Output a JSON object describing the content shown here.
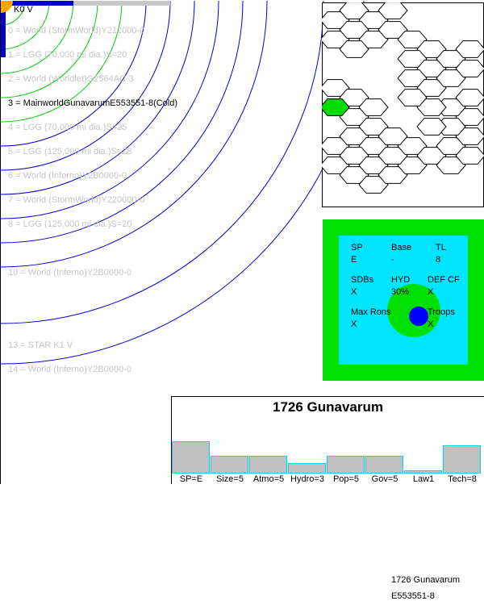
{
  "star": {
    "label": "K0 V",
    "corner_color": "#ffa500"
  },
  "orbits": [
    {
      "label": "0 = World  (StormWorld)Y212000-0",
      "main": false
    },
    {
      "label": "1 = LGG (70,000 mi dia.)S=20",
      "main": false
    },
    {
      "label": "2 = World  (Worldlet)G2564AC-3",
      "main": false
    },
    {
      "label": "3 = MainworldGunavarumE553551-8(Cold)",
      "main": true
    },
    {
      "label": "4 = LGG (70,000 mi dia.)S=25",
      "main": false
    },
    {
      "label": "5 = LGG (125,000 mi dia.)S=28",
      "main": false
    },
    {
      "label": "6 = World  (Inferno)Y2B0000-0",
      "main": false
    },
    {
      "label": "7 = World  (StormWorld)Y220000-0",
      "main": false
    },
    {
      "label": "8 = LGG (125,000 mi dia.)S=20",
      "main": false
    },
    {
      "label": "10 = World  (Inferno)Y2B0000-0",
      "main": false
    },
    {
      "label": "13 = STAR K1 V",
      "main": false
    },
    {
      "label": "14 = World  (Inferno)Y2B0000-0",
      "main": false
    }
  ],
  "uwp": {
    "sp_label": "SP",
    "sp_value": "E",
    "base_label": "Base",
    "base_value": "-",
    "tl_label": "TL",
    "tl_value": "8",
    "sdbs_label": "SDBs",
    "sdbs_value": "X",
    "hyd_label": "HYD",
    "hyd_value": "30%",
    "def_label": "DEF CF",
    "def_value": "X",
    "maxrons_label": "Max Rons",
    "maxrons_value": "X",
    "troops_label": "Troops",
    "troops_value": "X",
    "world_name": "1726 Gunavarum",
    "world_uwp": "E553551-8"
  },
  "stats_panel": {
    "title": "1726 Gunavarum",
    "bars": [
      {
        "label": "SP=E",
        "value": 14
      },
      {
        "label": "Size=5",
        "value": 5
      },
      {
        "label": "Atmo=5",
        "value": 5
      },
      {
        "label": "Hydro=3",
        "value": 3
      },
      {
        "label": "Pop=5",
        "value": 5
      },
      {
        "label": "Gov=5",
        "value": 5
      },
      {
        "label": "Law1",
        "value": 1
      },
      {
        "label": "Tech=8",
        "value": 8
      }
    ],
    "max_value": 8
  },
  "colors": {
    "orbit": "#0000cc",
    "inner_orbit": "#00cc00",
    "hex_selected": "#00dd00",
    "panel_green": "#00e000",
    "panel_cyan": "#00e5ff",
    "core_blue": "#0000ff"
  }
}
